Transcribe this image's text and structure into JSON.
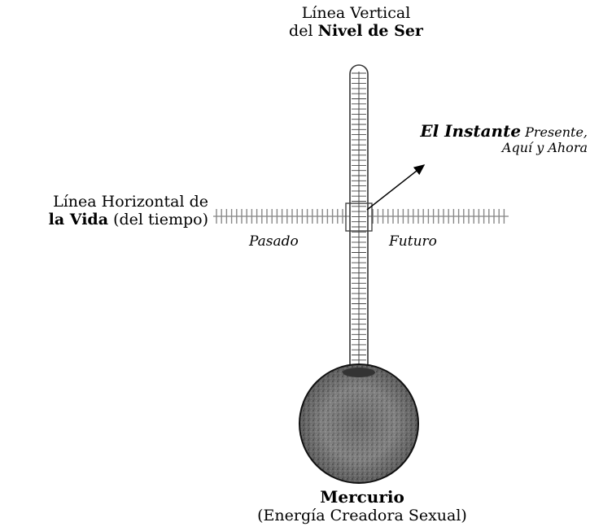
{
  "vertical_line": {
    "line1": "Línea Vertical",
    "line2_prefix": "del",
    "line2_bold": "Nivel de Ser"
  },
  "horizontal_line": {
    "line1": "Línea Horizontal de",
    "line2_bold": "la Vida",
    "line2_rest": "(del tiempo)"
  },
  "instant": {
    "bold": "El Instante",
    "rest_line1": "Presente,",
    "line2": "Aquí y Ahora"
  },
  "past": "Pasado",
  "future": "Futuro",
  "mercury": {
    "bold": "Mercurio",
    "subtitle": "(Energía Creadora Sexual)"
  }
}
